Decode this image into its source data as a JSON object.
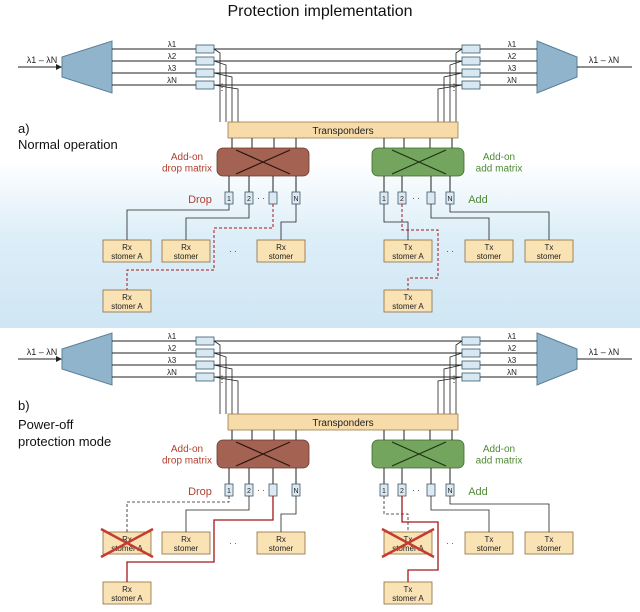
{
  "title": "Protection implementation",
  "lambda_in": "λ1 – λN",
  "lambda_out": "λ1 – λN",
  "lambda_labels": [
    "λ1",
    "λ2",
    "λ3",
    "λN"
  ],
  "transponders": "Transponders",
  "drop_matrix": "Add-on\ndrop matrix",
  "add_matrix": "Add-on\nadd matrix",
  "drop": "Drop",
  "add": "Add",
  "port_labels": [
    "1",
    "2",
    "",
    "N"
  ],
  "rx_a": "Rx\nstomer  A",
  "rx": "Rx\nstomer",
  "tx_a": "Tx\nstomer  A",
  "tx": "Tx\nstomer",
  "ellipsis": "· ·",
  "panels": [
    {
      "letter": "a)",
      "caption": "Normal operation",
      "failed": false
    },
    {
      "letter": "b)",
      "caption": "Power-off\nprotection mode",
      "failed": true
    }
  ],
  "colors": {
    "line": "#222222",
    "lens": "#8fb4cc",
    "transponder": "#f7dcaa",
    "box": "#f9e2b4",
    "drop_matrix": "#a36252",
    "add_matrix": "#74a55e",
    "drop_text": "#b04030",
    "add_text": "#4f8a35",
    "protect": "#a3181a",
    "cross": "#c43c30"
  }
}
